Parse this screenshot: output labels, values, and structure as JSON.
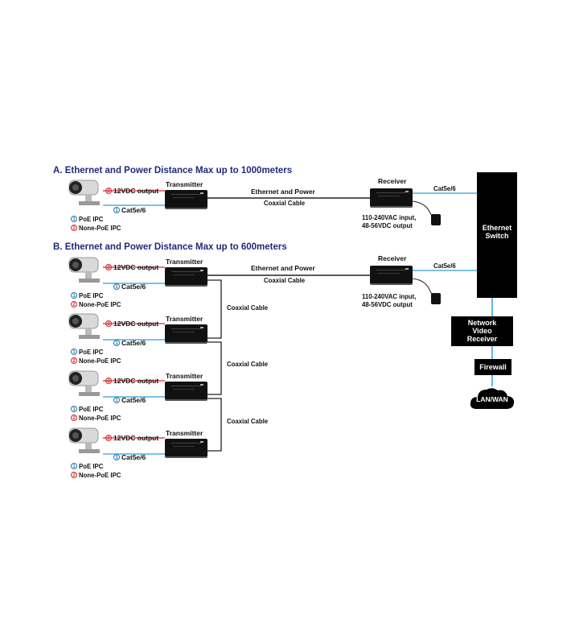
{
  "colors": {
    "title": "#1f2a7a",
    "coax": "#222222",
    "cat": "#2a9fd6",
    "power": "#d8262e",
    "box": "#000000"
  },
  "section_a": {
    "title": "A.  Ethernet and Power Distance Max up to 1000meters",
    "power_label": "12VDC output",
    "cat_label": "Cat5e/6",
    "transmitter": "Transmitter",
    "link_top": "Ethernet and Power",
    "link_bottom": "Coaxial Cable",
    "receiver": "Receiver",
    "receiver_cat": "Cat5e/6",
    "receiver_power_1": "110-240VAC input,",
    "receiver_power_2": "48-56VDC output",
    "legend_1": "PoE IPC",
    "legend_2": "None-PoE IPC"
  },
  "section_b": {
    "title": "B.  Ethernet and Power Distance Max up to 600meters",
    "link_top": "Ethernet and Power",
    "link_bottom": "Coaxial Cable",
    "receiver": "Receiver",
    "receiver_cat": "Cat5e/6",
    "receiver_power_1": "110-240VAC input,",
    "receiver_power_2": "48-56VDC output",
    "chain_label": "Coaxial Cable",
    "units": [
      {
        "power_label": "12VDC output",
        "cat_label": "Cat5e/6",
        "transmitter": "Transmitter",
        "legend_1": "PoE IPC",
        "legend_2": "None-PoE IPC"
      },
      {
        "power_label": "12VDC output",
        "cat_label": "Cat5e/6",
        "transmitter": "Transmitter",
        "legend_1": "PoE IPC",
        "legend_2": "None-PoE IPC"
      },
      {
        "power_label": "12VDC output",
        "cat_label": "Cat5e/6",
        "transmitter": "Transmitter",
        "legend_1": "PoE IPC",
        "legend_2": "None-PoE IPC"
      },
      {
        "power_label": "12VDC output",
        "cat_label": "Cat5e/6",
        "transmitter": "Transmitter",
        "legend_1": "PoE IPC",
        "legend_2": "None-PoE IPC"
      }
    ]
  },
  "switch": {
    "line_1": "Ethernet",
    "line_2": "Switch"
  },
  "nvr": {
    "line_1": "Network",
    "line_2": "Video",
    "line_3": "Receiver"
  },
  "firewall": "Firewall",
  "cloud": "LAN/WAN",
  "markers": {
    "one": "1",
    "two": "2"
  }
}
